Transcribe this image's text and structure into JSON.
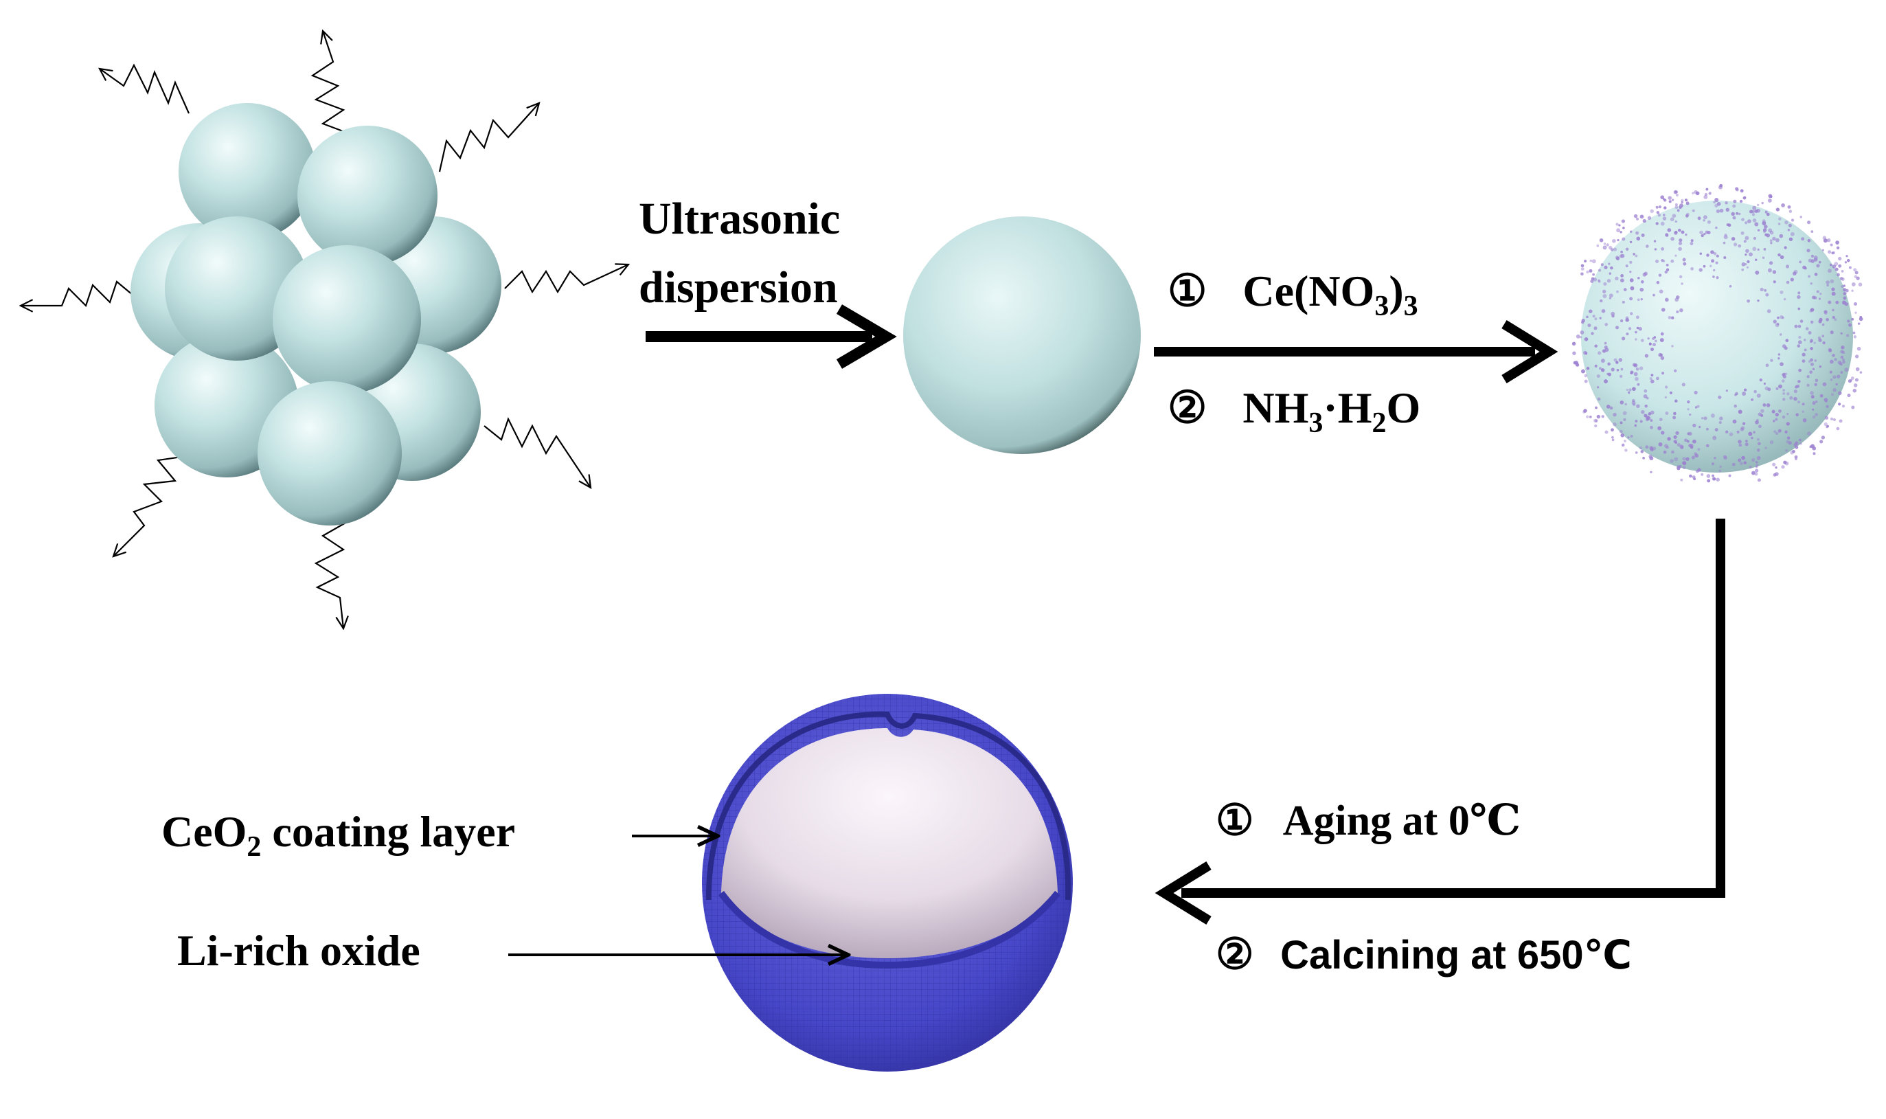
{
  "labels": {
    "ultrasonic_line1": "Ultrasonic",
    "ultrasonic_line2": "dispersion",
    "step1_marker": "①",
    "step1_reagent_prefix": "Ce(NO",
    "step1_reagent_sub1": "3",
    "step1_reagent_mid": ")",
    "step1_reagent_sub2": "3",
    "step2_marker": "②",
    "step2_reagent_a": "NH",
    "step2_reagent_a_sub": "3",
    "step2_reagent_b": "·H",
    "step2_reagent_b_sub": "2",
    "step2_reagent_c": "O",
    "aging_marker": "①",
    "aging_text": "Aging at 0℃",
    "calcining_marker": "②",
    "calcining_text": "Calcining at 650℃",
    "coating_prefix": "CeO",
    "coating_sub": "2",
    "coating_suffix": " coating layer",
    "core_label": "Li-rich oxide"
  },
  "colors": {
    "particle": "#bfe0e0",
    "particle_highlight": "#eef9f9",
    "particle_shadow": "#6d8f92",
    "precursor_dots": "#9b7fd0",
    "coating_shell": "#4646c8",
    "coating_shell_dark": "#2a2a8a",
    "core": "#e9dfea",
    "core_shadow": "#a99aae",
    "arrow": "#000000"
  }
}
